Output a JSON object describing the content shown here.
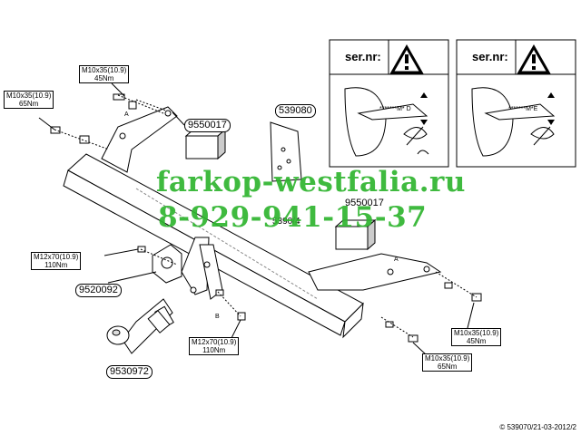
{
  "labels": {
    "m10_top": [
      "M10x35(10.9)",
      "45Nm"
    ],
    "m10_left": [
      "M10x35(10.9)",
      "65Nm"
    ],
    "m12_left": [
      "M12x70(10.9)",
      "110Nm"
    ],
    "m12_bottom": [
      "M12x70(10.9)",
      "110Nm"
    ],
    "m10_right_a": [
      "M10x35(10.9)",
      "45Nm"
    ],
    "m10_right_b": [
      "M10x35(10.9)",
      "65Nm"
    ]
  },
  "parts": {
    "p9550017_top": "9550017",
    "p539080": "539080",
    "p9550017_right": "9550017",
    "p9520092": "9520092",
    "p9530972": "9530972",
    "p5390": "5390/4"
  },
  "letters": {
    "a": "A",
    "b": "B"
  },
  "panels": {
    "left": {
      "ser": "ser.nr:",
      "plate": "*******M* D"
    },
    "right": {
      "ser": "ser.nr:",
      "plate": "*******M*E"
    }
  },
  "watermark": {
    "site": "farkop-westfalia.ru",
    "phone": "8-929-941-15-37",
    "color": "#2fb52f"
  },
  "copyright": "© 539070/21-03-2012/2"
}
